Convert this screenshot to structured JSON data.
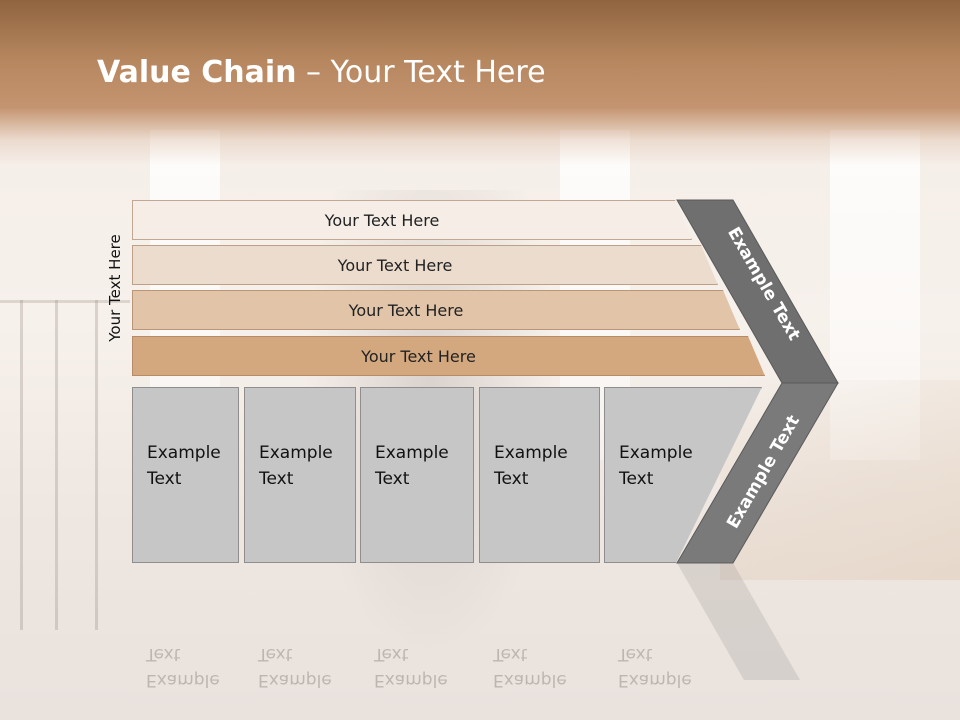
{
  "slide": {
    "title_bold": "Value Chain",
    "title_rest": " – Your Text Here"
  },
  "side_label": "Your Text Here",
  "bands": [
    {
      "label": "Your Text Here",
      "color": "#f5ede6"
    },
    {
      "label": "Your Text Here",
      "color": "#ecdccd"
    },
    {
      "label": "Your Text Here",
      "color": "#e2c4a8"
    },
    {
      "label": "Your Text Here",
      "color": "#d4a87f"
    }
  ],
  "cards": [
    {
      "line1": "Example",
      "line2": "Text"
    },
    {
      "line1": "Example",
      "line2": "Text"
    },
    {
      "line1": "Example",
      "line2": "Text"
    },
    {
      "line1": "Example",
      "line2": "Text"
    },
    {
      "line1": "Example",
      "line2": "Text"
    }
  ],
  "chevron_top_label": "Example Text",
  "chevron_bottom_label": "Example Text",
  "colors": {
    "header": "#b5865e",
    "chevron_top": "#6f6f6f",
    "chevron_bottom": "#7a7a7a",
    "card": "#c7c6c6"
  }
}
